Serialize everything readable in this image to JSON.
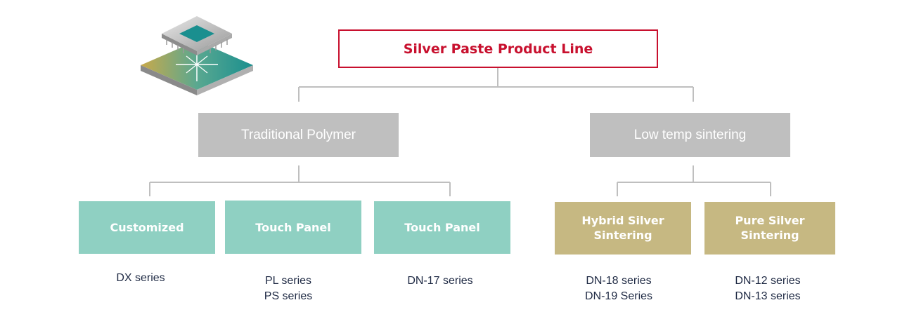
{
  "root": {
    "label": "Silver Paste Product Line"
  },
  "categories": [
    {
      "label": "Traditional Polymer"
    },
    {
      "label": "Low temp sintering"
    }
  ],
  "products": [
    {
      "label": "Customized",
      "series": [
        "DX series"
      ]
    },
    {
      "label": "Touch Panel",
      "series": [
        "PL series",
        "PS series"
      ]
    },
    {
      "label": "Touch Panel",
      "series": [
        "DN-17 series"
      ]
    },
    {
      "label": "Hybrid Silver\nSintering",
      "series": [
        "DN-18 series",
        "DN-19 Series"
      ]
    },
    {
      "label": "Pure Silver\nSintering",
      "series": [
        "DN-12 series",
        "DN-13 series"
      ]
    }
  ],
  "colors": {
    "accent": "#c8102e",
    "category_box": "#bfbfbf",
    "polymer_box": "#8fd0c2",
    "sintering_box": "#c6b882",
    "connector": "#bfbfbf",
    "series_text": "#1f2a44"
  },
  "icons": {
    "illustration": "chip-package-icon"
  }
}
